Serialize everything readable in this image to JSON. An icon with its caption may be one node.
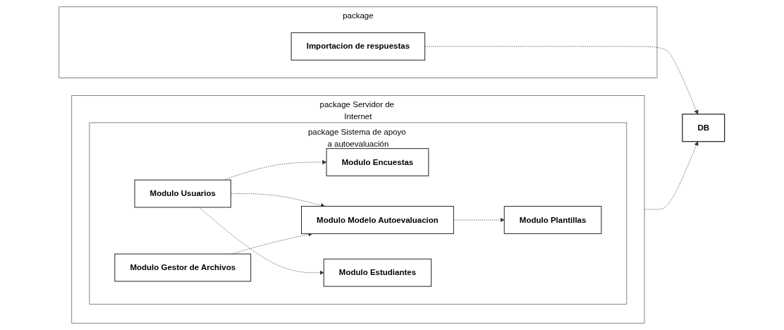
{
  "diagram": {
    "nodes": [
      {
        "text": [
          "DB"
        ]
      },
      {
        "text": [
          "package Servidor de Internet"
        ]
      },
      {
        "text": [
          "package Sistema de apoyo a autoevaluación"
        ],
        "in": 1
      },
      {
        "text": [
          "Modulo Usuarios"
        ],
        "in": 2
      },
      {
        "text": [
          "Modulo Encuestas"
        ],
        "in": 2
      },
      {
        "text": [
          "Modulo Modelo Autoevaluacion"
        ],
        "in": 2
      },
      {
        "text": [
          "Modulo Estudiantes"
        ],
        "in": 2
      },
      {
        "text": [
          "Modulo Gestor de Archivos"
        ],
        "in": 2
      },
      {
        "text": [
          "Modulo Plantillas"
        ],
        "in": 2
      },
      {
        "text": [
          "package"
        ]
      },
      {
        "text": [
          "Importacion de respuestas"
        ],
        "in": 9
      }
    ],
    "edges": [
      {
        "from": 1,
        "to": 0,
        "arrow": "to",
        "style": "dashed"
      },
      {
        "from": 10,
        "to": 0,
        "arrow": "to",
        "style": "dashed"
      },
      {
        "from": 3,
        "to": 4,
        "arrow": "to",
        "style": "dashed"
      },
      {
        "from": 3,
        "to": 5,
        "arrow": "to",
        "style": "dashed"
      },
      {
        "from": 3,
        "to": 6,
        "arrow": "to",
        "style": "dashed"
      },
      {
        "from": 7,
        "to": 5,
        "arrow": "to",
        "style": "dashed"
      },
      {
        "from": 5,
        "to": 8,
        "arrow": "to",
        "style": "dashed"
      }
    ]
  }
}
